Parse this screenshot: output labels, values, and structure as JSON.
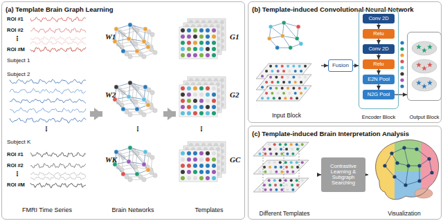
{
  "diagram": {
    "nodes": [
      {
        "text": [
          "(a) Template Brain Graph Learning"
        ]
      },
      {
        "text": [
          "FMRI Time Series"
        ],
        "in": 0
      },
      {
        "text": [
          "Brain Networks"
        ],
        "in": 0
      },
      {
        "text": [
          "Templates"
        ],
        "in": 0
      },
      {
        "text": [
          "(b) Template-induced Convolutional Neural Network"
        ]
      },
      {
        "text": [
          "Input Block"
        ],
        "in": 4
      },
      {
        "text": [
          "Fusion"
        ],
        "in": 4
      },
      {
        "text": [
          "Encoder Block"
        ],
        "in": 4
      },
      {
        "text": [
          "Conv 2D"
        ],
        "in": 7
      },
      {
        "text": [
          "Relu"
        ],
        "in": 7
      },
      {
        "text": [
          "Conv 2D"
        ],
        "in": 7
      },
      {
        "text": [
          "Relu"
        ],
        "in": 7
      },
      {
        "text": [
          "E2N Pool"
        ],
        "in": 7
      },
      {
        "text": [
          "N2G Pool"
        ],
        "in": 7
      },
      {
        "text": [
          "Output Block"
        ],
        "in": 4
      },
      {
        "text": [
          "(c) Template-induced Brain Interpretation Analysis"
        ]
      },
      {
        "text": [
          "Different Templates"
        ],
        "in": 15
      },
      {
        "text": [
          "Contrastive Learning & Subgraph Searching"
        ],
        "in": 15
      },
      {
        "text": [
          "Visualization"
        ],
        "in": 15
      }
    ],
    "edges": [
      {
        "from": 1,
        "to": 2,
        "arrow": "to"
      },
      {
        "from": 2,
        "to": 3,
        "arrow": "to"
      },
      {
        "from": 5,
        "to": 6,
        "arrow": "to"
      },
      {
        "from": 6,
        "to": 7,
        "arrow": "to"
      },
      {
        "from": 8,
        "to": 9,
        "arrow": "to"
      },
      {
        "from": 9,
        "to": 10,
        "arrow": "to"
      },
      {
        "from": 10,
        "to": 11,
        "arrow": "to"
      },
      {
        "from": 11,
        "to": 12,
        "arrow": "to"
      },
      {
        "from": 12,
        "to": 13,
        "arrow": "to"
      },
      {
        "from": 13,
        "to": 14,
        "arrow": "to"
      },
      {
        "from": 16,
        "to": 17,
        "arrow": "to"
      },
      {
        "from": 17,
        "to": 18,
        "arrow": "to"
      }
    ],
    "labels": [
      "ROI #1",
      "ROI #2",
      "⋮",
      "ROI #M",
      "Subject 1",
      "Subject 2",
      "⋮",
      "Subject K",
      "ROI #1",
      "ROI #2",
      "⋮",
      "ROI #M",
      "W1",
      "W2",
      "⋮",
      "WK",
      "G1",
      "G2",
      "⋮",
      "GC"
    ]
  }
}
